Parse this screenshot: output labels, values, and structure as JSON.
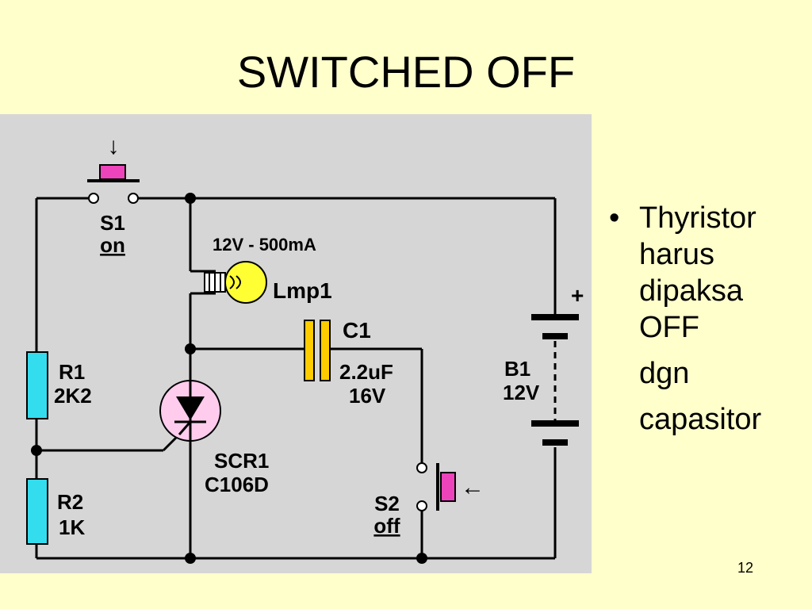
{
  "slide": {
    "title": "SWITCHED OFF",
    "bullet_text": "Thyristor harus dipaksa OFF",
    "line2": "dgn",
    "line3": "capasitor",
    "page_number": "12"
  },
  "diagram": {
    "s1_label": "S1",
    "s1_state": "on",
    "lamp_rating": "12V - 500mA",
    "lamp_label": "Lmp1",
    "plus_sign": "+",
    "c1_label": "C1",
    "c1_value": "2.2uF",
    "c1_voltage": "16V",
    "b1_label": "B1",
    "b1_voltage": "12V",
    "r1_label": "R1",
    "r1_value": "2K2",
    "r2_label": "R2",
    "r2_value": "1K",
    "scr_label": "SCR1",
    "scr_part": "C106D",
    "s2_label": "S2",
    "s2_state": "off",
    "s1_arrow": "↓",
    "s2_arrow": "←",
    "colors": {
      "panel": "#d6d6d6",
      "wire": "#000000",
      "resistor": "#33ddee",
      "capacitor": "#ffcc00",
      "lamp": "#ffff33",
      "scr_circle": "#ffccee",
      "button": "#ee44bb"
    }
  }
}
